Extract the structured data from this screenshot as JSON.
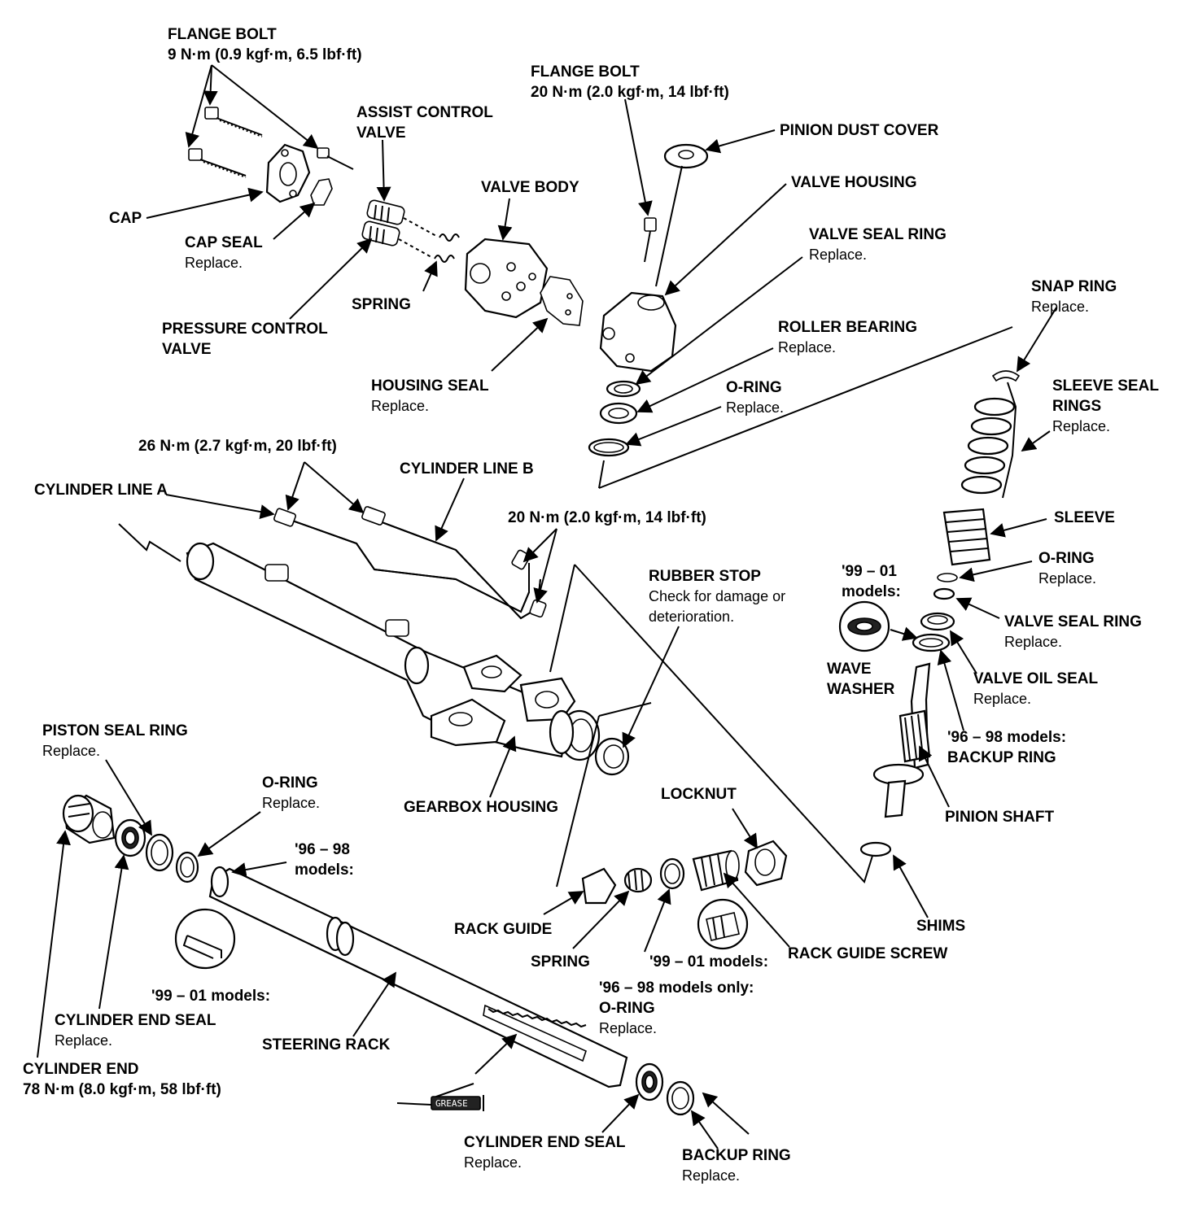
{
  "colors": {
    "ink": "#000000",
    "paper": "#ffffff"
  },
  "labels": {
    "flange_bolt_1": {
      "title": "FLANGE BOLT",
      "note": "9 N·m (0.9 kgf·m, 6.5 lbf·ft)"
    },
    "cap": {
      "title": "CAP"
    },
    "cap_seal": {
      "title": "CAP SEAL",
      "note": "Replace."
    },
    "assist_control_valve": {
      "line1": "ASSIST CONTROL",
      "line2": "VALVE"
    },
    "valve_body": {
      "title": "VALVE BODY"
    },
    "spring_top": {
      "title": "SPRING"
    },
    "pressure_control_valve": {
      "line1": "PRESSURE CONTROL",
      "line2": "VALVE"
    },
    "housing_seal": {
      "title": "HOUSING SEAL",
      "note": "Replace."
    },
    "flange_bolt_2": {
      "title": "FLANGE BOLT",
      "note": "20 N·m (2.0 kgf·m, 14 lbf·ft)"
    },
    "pinion_dust_cover": {
      "title": "PINION DUST COVER"
    },
    "valve_housing": {
      "title": "VALVE HOUSING"
    },
    "valve_seal_ring_top": {
      "title": "VALVE SEAL RING",
      "note": "Replace."
    },
    "roller_bearing": {
      "title": "ROLLER BEARING",
      "note": "Replace."
    },
    "o_ring_top": {
      "title": "O-RING",
      "note": "Replace."
    },
    "snap_ring": {
      "title": "SNAP RING",
      "note": "Replace."
    },
    "sleeve_seal_rings": {
      "line1": "SLEEVE SEAL",
      "line2": "RINGS",
      "note": "Replace."
    },
    "sleeve": {
      "title": "SLEEVE"
    },
    "o_ring_right": {
      "title": "O-RING",
      "note": "Replace."
    },
    "models_99_01_right": {
      "line1": "'99 – 01",
      "line2": "models:"
    },
    "valve_seal_ring_right": {
      "title": "VALVE SEAL RING",
      "note": "Replace."
    },
    "wave_washer": {
      "line1": "WAVE",
      "line2": "WASHER"
    },
    "valve_oil_seal": {
      "title": "VALVE OIL SEAL",
      "note": "Replace."
    },
    "backup_ring_96_98": {
      "line1": "'96 – 98 models:",
      "line2": "BACKUP RING"
    },
    "pinion_shaft": {
      "title": "PINION SHAFT"
    },
    "torque_26": {
      "title": "26 N·m (2.7 kgf·m, 20 lbf·ft)"
    },
    "cylinder_line_a": {
      "title": "CYLINDER LINE A"
    },
    "cylinder_line_b": {
      "title": "CYLINDER LINE B"
    },
    "torque_20": {
      "title": "20 N·m (2.0 kgf·m, 14 lbf·ft)"
    },
    "rubber_stop": {
      "title": "RUBBER STOP",
      "note1": "Check for damage or",
      "note2": "deterioration."
    },
    "gearbox_housing": {
      "title": "GEARBOX HOUSING"
    },
    "piston_seal_ring": {
      "title": "PISTON SEAL RING",
      "note": "Replace."
    },
    "o_ring_left": {
      "title": "O-RING",
      "note": "Replace."
    },
    "models_96_98_left": {
      "line1": "'96 – 98",
      "line2": "models:"
    },
    "models_99_01_left": {
      "title": "'99 – 01 models:"
    },
    "cylinder_end_seal_left": {
      "title": "CYLINDER END SEAL",
      "note": "Replace."
    },
    "cylinder_end": {
      "title": "CYLINDER END",
      "note": "78 N·m (8.0 kgf·m, 58 lbf·ft)"
    },
    "steering_rack": {
      "title": "STEERING RACK"
    },
    "grease": {
      "title": "GREASE"
    },
    "locknut": {
      "title": "LOCKNUT"
    },
    "rack_guide": {
      "title": "RACK GUIDE"
    },
    "spring_bottom": {
      "title": "SPRING"
    },
    "models_99_01_mid": {
      "title": "'99 – 01 models:"
    },
    "rack_guide_screw": {
      "title": "RACK GUIDE SCREW"
    },
    "shims": {
      "title": "SHIMS"
    },
    "o_ring_96_98_only": {
      "line1": "'96 – 98 models only:",
      "line2": "O-RING",
      "note": "Replace."
    },
    "cylinder_end_seal_bottom": {
      "title": "CYLINDER END SEAL",
      "note": "Replace."
    },
    "backup_ring_bottom": {
      "title": "BACKUP RING",
      "note": "Replace."
    }
  }
}
